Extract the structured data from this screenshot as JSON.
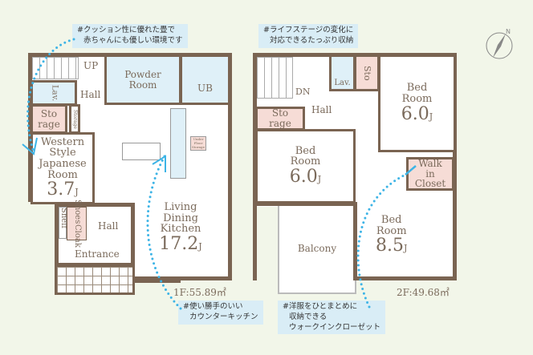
{
  "notes": {
    "cushion": [
      "#クッション性に優れた畳で",
      "赤ちゃんにも優しい環境です"
    ],
    "storage": [
      "#ライフステージの変化に",
      "対応できるたっぷり収納"
    ],
    "kitchen": [
      "#使い勝手のいい",
      "カウンターキッチン"
    ],
    "closet": [
      "#洋服をひとまとめに",
      "収納できる",
      "ウォークインクローゼット"
    ]
  },
  "floor1": {
    "area": "1F:55.89㎡",
    "up": "UP",
    "lav": "Lav.",
    "hall": "Hall",
    "powder": [
      "Powder",
      "Room"
    ],
    "ub": "UB",
    "storage": [
      "Sto",
      "rage"
    ],
    "storage_small": "Storage",
    "japanese": [
      "Western",
      "Style",
      "Japanese",
      "Room"
    ],
    "japanese_size": "3.7",
    "unit": "J",
    "under_floor": "Under Floor Storage",
    "ldk": [
      "Living",
      "Dining",
      "Kitchen"
    ],
    "ldk_size": "17.2",
    "shelf": "Shelf",
    "shoes": [
      "Shoes",
      "Cloak"
    ],
    "hall2": "Hall",
    "entrance": "Entrance"
  },
  "floor2": {
    "area": "2F:49.68㎡",
    "dn": "DN",
    "hall": "Hall",
    "lav": "Lav.",
    "storage": [
      "Sto",
      "rage"
    ],
    "bed1": [
      "Bed",
      "Room"
    ],
    "bed1_size": "6.0",
    "bed2": [
      "Bed",
      "Room"
    ],
    "bed2_size": "6.0",
    "closet": [
      "Walk",
      "in",
      "Closet"
    ],
    "bed3": [
      "Bed",
      "Room"
    ],
    "bed3_size": "8.5",
    "balcony": "Balcony",
    "unit": "J"
  },
  "compass": {
    "label": "N"
  },
  "colors": {
    "wall": "#7a6452",
    "accent": "#3db4e6",
    "note_bg": "#d9edf6",
    "storage": "#f6dcd6",
    "wet": "#dff0f8"
  }
}
